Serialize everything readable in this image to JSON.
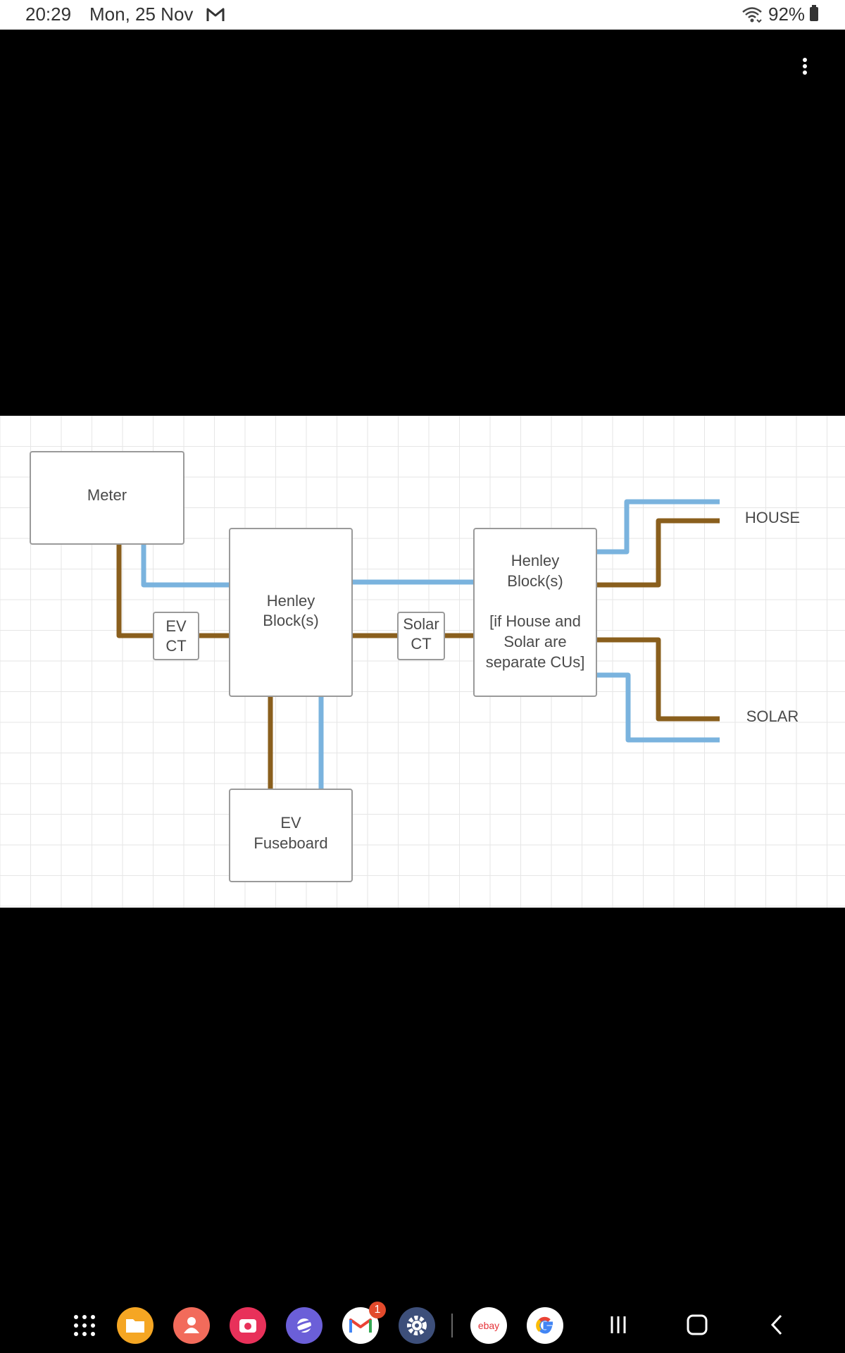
{
  "status_bar": {
    "time": "20:29",
    "date": "Mon, 25 Nov",
    "notification_icon": "gmail-outline-icon",
    "wifi_icon": "wifi-icon",
    "battery_percent": "92%",
    "battery_icon": "battery-icon"
  },
  "viewer": {
    "more_options_icon": "more-vert-icon"
  },
  "diagram": {
    "meter_label": "Meter",
    "ev_ct_lines": [
      "EV",
      "CT"
    ],
    "henley_main_lines": [
      "Henley",
      "Block(s)"
    ],
    "solar_ct_lines": [
      "Solar",
      "CT"
    ],
    "henley_split_lines": [
      "Henley",
      "Block(s)",
      "[if House and",
      "Solar are",
      "separate CUs]"
    ],
    "ev_fuseboard_lines": [
      "EV",
      "Fuseboard"
    ],
    "house_label": "HOUSE",
    "solar_label": "SOLAR",
    "colors": {
      "blue_cable": "#7ab3de",
      "brown_cable": "#8a5f1d",
      "box_border": "#9a9a9a",
      "grid": "#e6e6e6",
      "text": "#4a4a4a"
    }
  },
  "dock": {
    "apps": [
      {
        "name": "app-drawer",
        "icon": "grid-dots-icon"
      },
      {
        "name": "my-files",
        "icon": "folder-icon",
        "color": "#f5a623"
      },
      {
        "name": "contacts",
        "icon": "person-icon",
        "color": "#f26b5b"
      },
      {
        "name": "camera",
        "icon": "camera-icon",
        "color": "#e8315a"
      },
      {
        "name": "samsung-internet",
        "icon": "planet-icon",
        "color": "#6b5fd8"
      },
      {
        "name": "gmail",
        "icon": "gmail-icon",
        "badge": "1"
      },
      {
        "name": "settings",
        "icon": "gear-icon",
        "color": "#3d4f7a"
      },
      {
        "name": "ebay",
        "icon": "ebay-icon",
        "text": "ebay"
      },
      {
        "name": "google",
        "icon": "google-icon"
      }
    ],
    "nav": [
      "recents-icon",
      "home-icon",
      "back-icon"
    ]
  }
}
